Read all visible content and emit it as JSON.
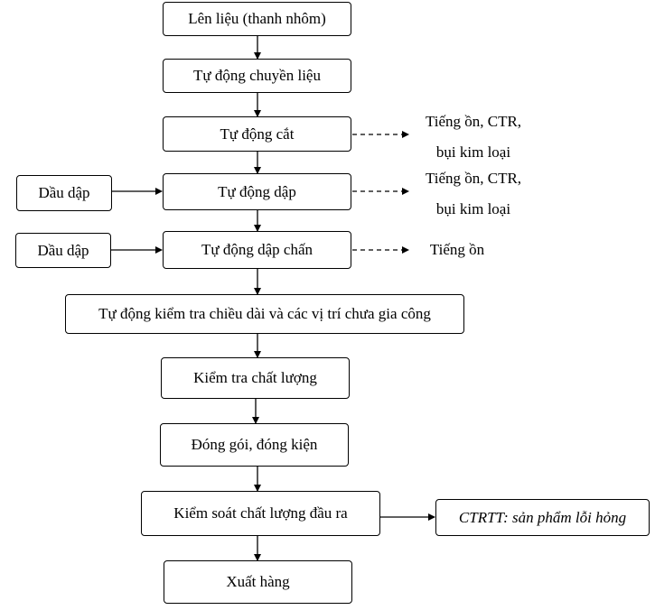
{
  "steps": {
    "s1": "Lên liệu (thanh nhôm)",
    "s2": "Tự động chuyền liệu",
    "s3": "Tự động cắt",
    "s4": "Tự động dập",
    "s5": "Tự động dập chấn",
    "s6": "Tự động kiểm tra chiều dài và các vị trí chưa gia công",
    "s7": "Kiểm tra chất lượng",
    "s8": "Đóng gói, đóng kiện",
    "s9": "Kiểm soát chất lượng đầu ra",
    "s10": "Xuất hàng"
  },
  "inputs": {
    "oil1": "Dầu dập",
    "oil2": "Dầu dập"
  },
  "outputs": {
    "cut_line1": "Tiếng ồn, CTR,",
    "cut_line2": "bụi kim loại",
    "punch_line1": "Tiếng ồn, CTR,",
    "punch_line2": "bụi kim loại",
    "bend": "Tiếng ồn",
    "waste": "CTRTT: sản phẩm lỗi hỏng"
  }
}
